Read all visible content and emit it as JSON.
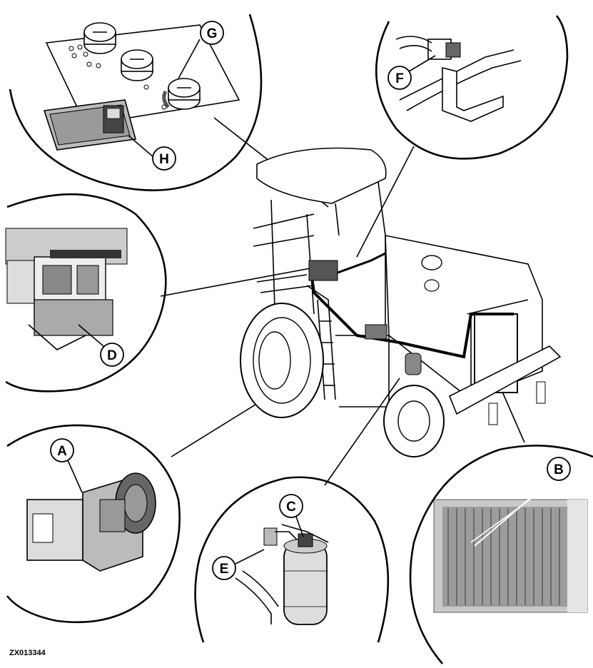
{
  "figure": {
    "reference_number": "ZX013344",
    "callouts": {
      "a": "A",
      "b": "B",
      "c": "C",
      "d": "D",
      "e": "E",
      "f": "F",
      "g": "G",
      "h": "H"
    }
  }
}
